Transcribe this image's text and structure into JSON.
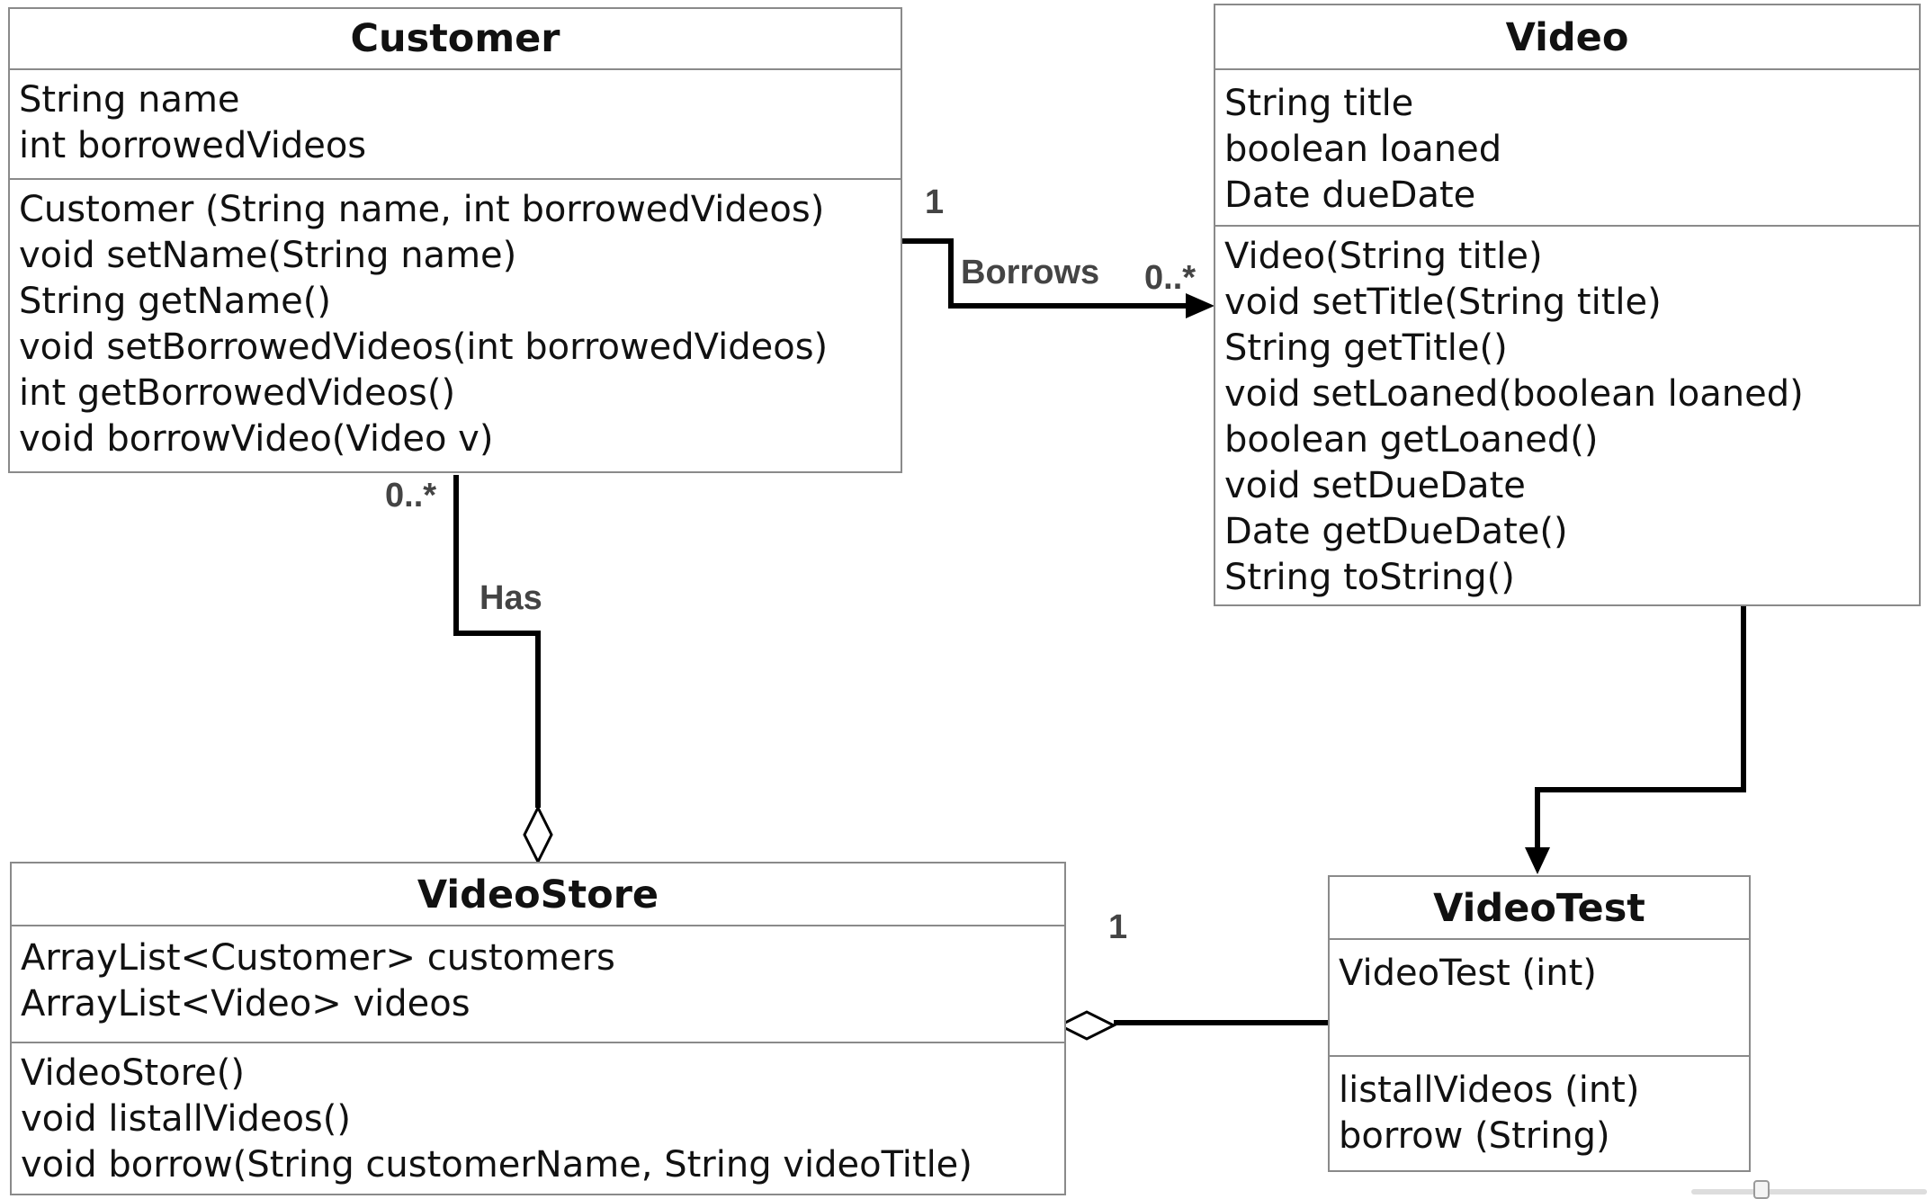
{
  "classes": {
    "customer": {
      "name": "Customer",
      "attributes": [
        "String name",
        "int borrowedVideos"
      ],
      "methods": [
        "Customer (String name, int borrowedVideos)",
        "void setName(String name)",
        "String getName()",
        "void setBorrowedVideos(int borrowedVideos)",
        "int getBorrowedVideos()",
        "void borrowVideo(Video v)"
      ]
    },
    "video": {
      "name": "Video",
      "attributes": [
        "String title",
        "boolean loaned",
        "Date dueDate"
      ],
      "methods": [
        "Video(String title)",
        "void setTitle(String title)",
        "String getTitle()",
        "void setLoaned(boolean loaned)",
        "boolean getLoaned()",
        "void setDueDate",
        "Date getDueDate()",
        "String toString()"
      ]
    },
    "videostore": {
      "name": "VideoStore",
      "attributes": [
        "ArrayList<Customer> customers",
        "ArrayList<Video> videos"
      ],
      "methods": [
        "VideoStore()",
        "void listallVideos()",
        "void borrow(String customerName, String videoTitle)"
      ]
    },
    "videotest": {
      "name": "VideoTest",
      "attributes": [
        "VideoTest (int)"
      ],
      "methods": [
        "listallVideos (int)",
        "borrow (String)"
      ]
    }
  },
  "relations": {
    "borrows": {
      "label": "Borrows",
      "source_multiplicity": "1",
      "target_multiplicity": "0..*"
    },
    "has": {
      "label": "Has",
      "source_multiplicity": "0..*"
    },
    "store_test": {
      "multiplicity": "1"
    }
  }
}
